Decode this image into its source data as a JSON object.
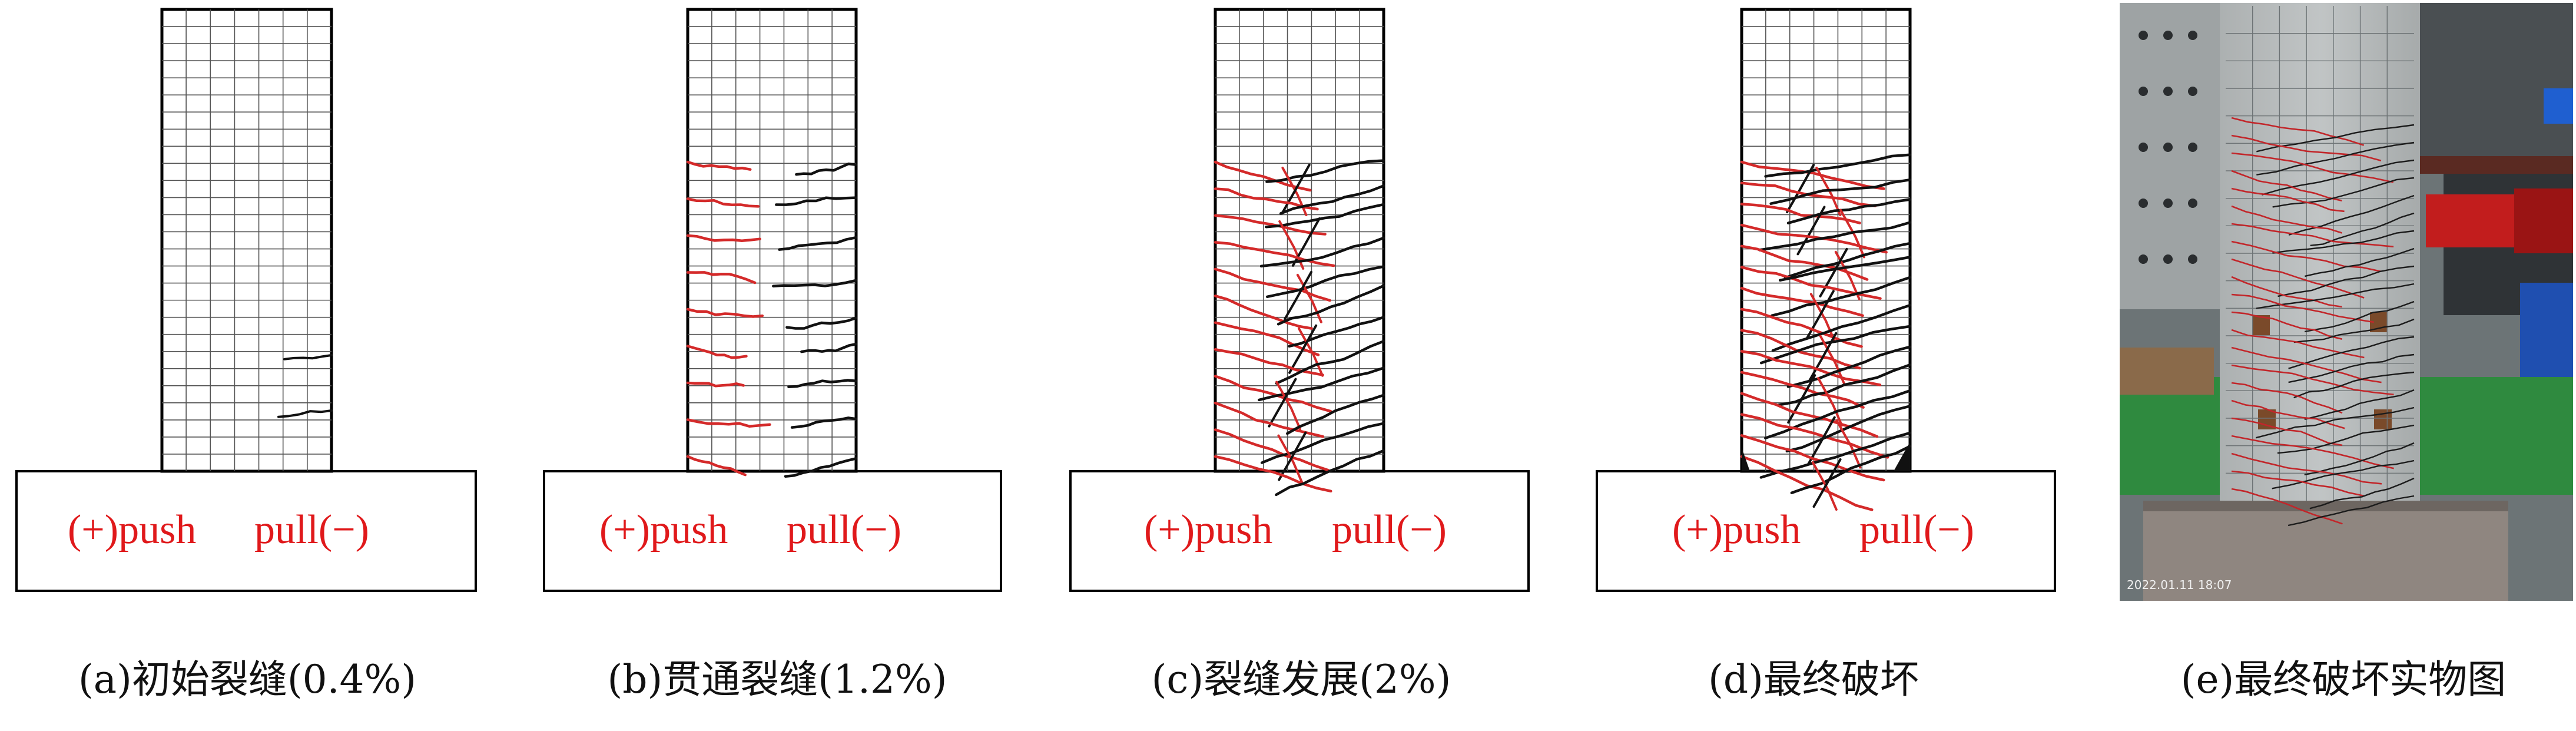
{
  "panels": [
    {
      "id": "a",
      "caption": "(a)初始裂缝(0.4%)",
      "push_label": "(+)push",
      "pull_label": "pull(−)",
      "stage": 0
    },
    {
      "id": "b",
      "caption": "(b)贯通裂缝(1.2%)",
      "push_label": "(+)push",
      "pull_label": "pull(−)",
      "stage": 1
    },
    {
      "id": "c",
      "caption": "(c)裂缝发展(2%)",
      "push_label": "(+)push",
      "pull_label": "pull(−)",
      "stage": 2
    },
    {
      "id": "d",
      "caption": "(d)最终破坏",
      "push_label": "(+)push",
      "pull_label": "pull(−)",
      "stage": 3
    }
  ],
  "photo": {
    "caption": "(e)最终破坏实物图",
    "timestamp": "2022.01.11 18:07"
  },
  "colors": {
    "push_crack": "#d42a2a",
    "pull_crack": "#111111",
    "label": "#e0191b",
    "outline": "#000000",
    "grid": "#555555"
  }
}
